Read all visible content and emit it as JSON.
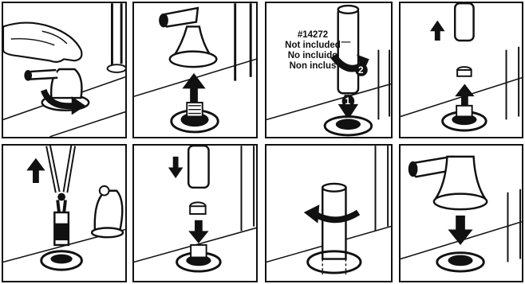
{
  "tool_callout": {
    "part_number": "#14272",
    "lines": [
      "Not included",
      "No incluido",
      "Non inclus"
    ]
  },
  "step_numbers": [
    "1",
    "2"
  ]
}
